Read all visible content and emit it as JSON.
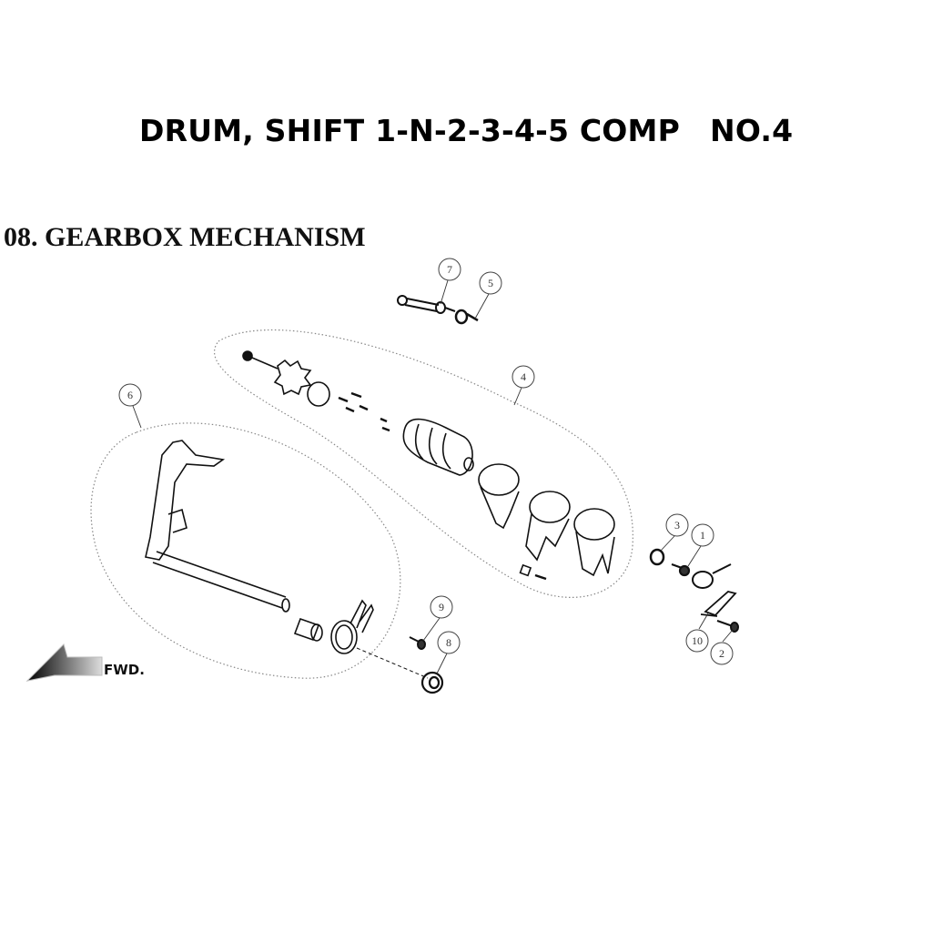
{
  "header": {
    "title": "DRUM, SHIFT 1-N-2-3-4-5 COMP",
    "number": "NO.4"
  },
  "diagram": {
    "section_title": "08. GEARBOX MECHANISM",
    "direction_label": "FWD.",
    "callouts": [
      {
        "id": "7",
        "label": "7"
      },
      {
        "id": "5",
        "label": "5"
      },
      {
        "id": "4",
        "label": "4"
      },
      {
        "id": "6",
        "label": "6"
      },
      {
        "id": "3",
        "label": "3"
      },
      {
        "id": "1",
        "label": "1"
      },
      {
        "id": "9",
        "label": "9"
      },
      {
        "id": "8",
        "label": "8"
      },
      {
        "id": "10",
        "label": "10"
      },
      {
        "id": "2",
        "label": "2"
      }
    ]
  }
}
